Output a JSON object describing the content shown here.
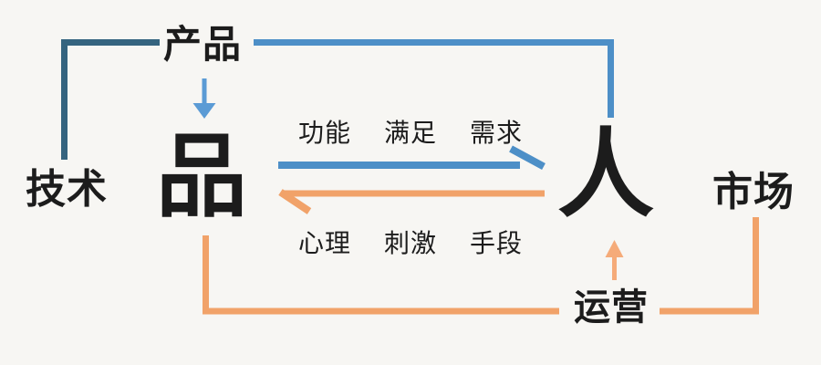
{
  "colors": {
    "bg": "#f7f6f3",
    "ink": "#1c1c1c",
    "blue_dark": "#35647f",
    "blue": "#4d8fc7",
    "blue_light": "#5b9bd5",
    "orange": "#f1a269",
    "orange_light": "#f5ab79"
  },
  "nodes": {
    "product": "产品",
    "technology": "技术",
    "market": "市场",
    "pin": "品",
    "person": "人",
    "operations": "运营"
  },
  "forward_flow": {
    "labels": [
      "功能",
      "满足",
      "需求"
    ]
  },
  "backward_flow": {
    "labels": [
      "心理",
      "刺激",
      "手段"
    ]
  }
}
